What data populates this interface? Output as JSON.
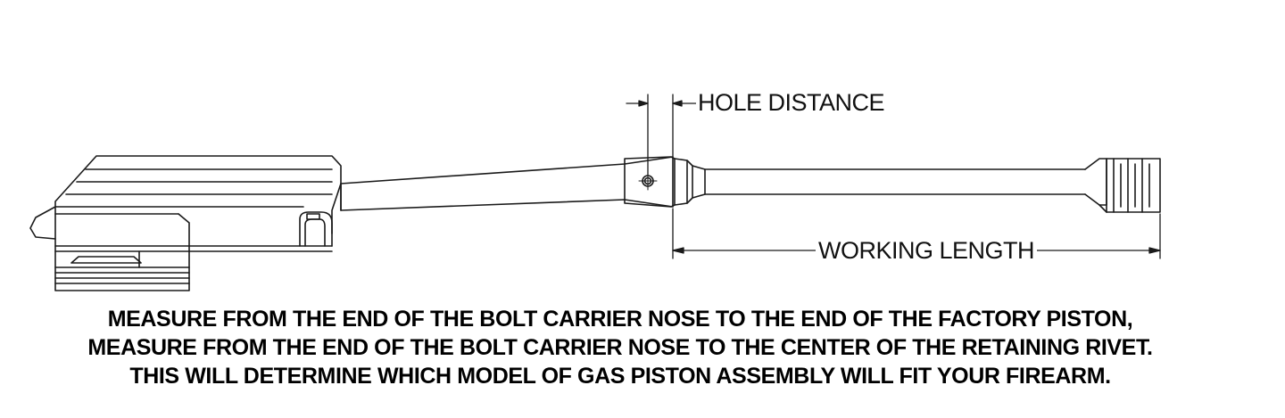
{
  "labels": {
    "hole_distance": "HOLE DISTANCE",
    "working_length": "WORKING LENGTH"
  },
  "caption": [
    "MEASURE FROM THE END OF THE BOLT CARRIER NOSE TO THE END OF THE FACTORY PISTON,",
    "MEASURE FROM THE END OF THE BOLT CARRIER NOSE TO THE CENTER OF THE RETAINING RIVET.",
    "THIS WILL DETERMINE WHICH MODEL OF GAS PISTON ASSEMBLY WILL FIT YOUR FIREARM."
  ],
  "colors": {
    "line": "#1a1a1a",
    "background": "#ffffff"
  }
}
